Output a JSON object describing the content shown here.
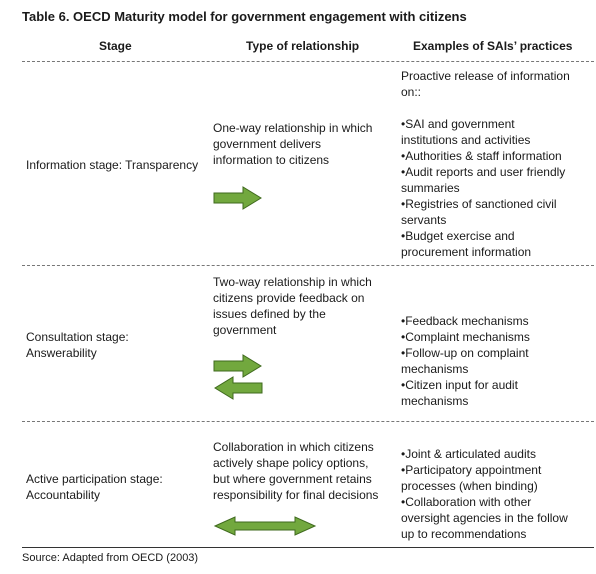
{
  "title": "Table 6. OECD Maturity model for government engagement with citizens",
  "headers": {
    "stage": "Stage",
    "relationship": "Type of relationship",
    "practices": "Examples of SAIs’ practices"
  },
  "rows": [
    {
      "stage": "Information stage: Transparency",
      "relationship": "One-way relationship in which\ngovernment delivers\ninformation to citizens",
      "intro": "Proactive release of information\non::",
      "practices": [
        "•SAI and government\ninstitutions and activities",
        "•Authorities & staff information",
        "•Audit reports and user friendly\nsummaries",
        "•Registries of sanctioned civil\nservants",
        "•Budget exercise and\nprocurement information"
      ],
      "arrow_icon": "right-arrow-icon"
    },
    {
      "stage": "Consultation stage:\nAnswerability",
      "relationship": "Two-way relationship in which\ncitizens provide feedback on\nissues defined by the\ngovernment",
      "practices": [
        "•Feedback mechanisms",
        "•Complaint mechanisms",
        "•Follow-up on complaint\nmechanisms",
        "•Citizen input for audit\nmechanisms"
      ],
      "arrow_icon": "two-way-arrows-icon"
    },
    {
      "stage": "Active participation stage:\nAccountability",
      "relationship": "Collaboration in which citizens\nactively shape policy options,\nbut where government retains\nresponsibility for final decisions",
      "practices": [
        "•Joint & articulated audits",
        "•Participatory appointment\nprocesses (when binding)",
        "•Collaboration with other\noversight agencies in the follow\nup to recommendations"
      ],
      "arrow_icon": "double-headed-arrow-icon"
    }
  ],
  "source": "Source: Adapted from OECD (2003)",
  "colors": {
    "arrow_fill": "#72a83e",
    "arrow_stroke": "#3f6a1e"
  }
}
